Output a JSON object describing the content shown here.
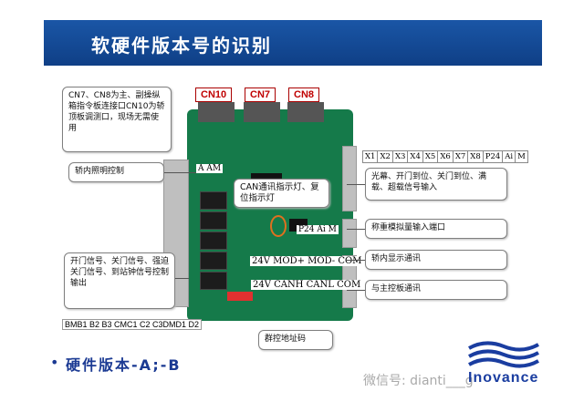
{
  "title": "软硬件版本号的识别",
  "connectors": [
    "CN10",
    "CN7",
    "CN8"
  ],
  "callouts": {
    "cn_note": "CN7、CN8为主、副操纵箱指令板连接口CN10为轿顶板调测口，现场无需使用",
    "car_light": "轿内照明控制",
    "can_led": "CAN通讯指示灯、复位指示灯",
    "door_inputs": "光幕、开门到位、关门到位、满载、超载信号输入",
    "weighing": "称重模拟量输入端口",
    "car_display": "轿内显示通讯",
    "main_board": "与主控板通讯",
    "door_signals": "开门信号、关门信号、强迫关门信号、到站钟信号控制输出",
    "group_addr": "群控地址码"
  },
  "pin_header": [
    "X1",
    "X2",
    "X3",
    "X4",
    "X5",
    "X6",
    "X7",
    "X8",
    "P24",
    "Ai",
    "M"
  ],
  "board_labels": {
    "aam": "A  AM",
    "p24": "P24 Ai  M",
    "mod": "24V MOD+ MOD- COM",
    "can": "24V CANH CANL COM"
  },
  "bottom_pins": "BMB1 B2 B3 CMC1 C2 C3DMD1 D2",
  "bullet_text": "硬件版本-A;-B",
  "watermark": "微信号: dianti___g",
  "logo_text": "Inovance",
  "colors": {
    "title_bar": "#1a56a6",
    "board": "#157a4a",
    "accent_red": "#c00000",
    "ellipse": "#e0701f"
  }
}
